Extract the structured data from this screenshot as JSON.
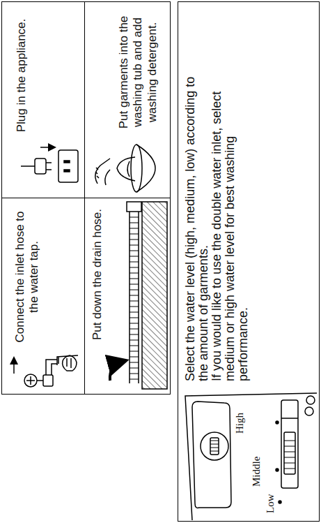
{
  "diagram": {
    "nodes": [
      {
        "text": [
          "Connect the inlet hose to the water tap."
        ]
      },
      {
        "text": [
          "Plug in the appliance."
        ]
      },
      {
        "text": [
          "Put down the drain hose."
        ]
      },
      {
        "text": [
          "Put garments into the washing tub and add washing detergent."
        ]
      },
      {
        "text": [
          "Select the water level (high, medium, low) according to the amount of garments.",
          "If you would like to use the double water inlet, select medium or high water level for best washing performance."
        ]
      }
    ],
    "labels": [
      "High",
      "Middle",
      "Low"
    ]
  }
}
